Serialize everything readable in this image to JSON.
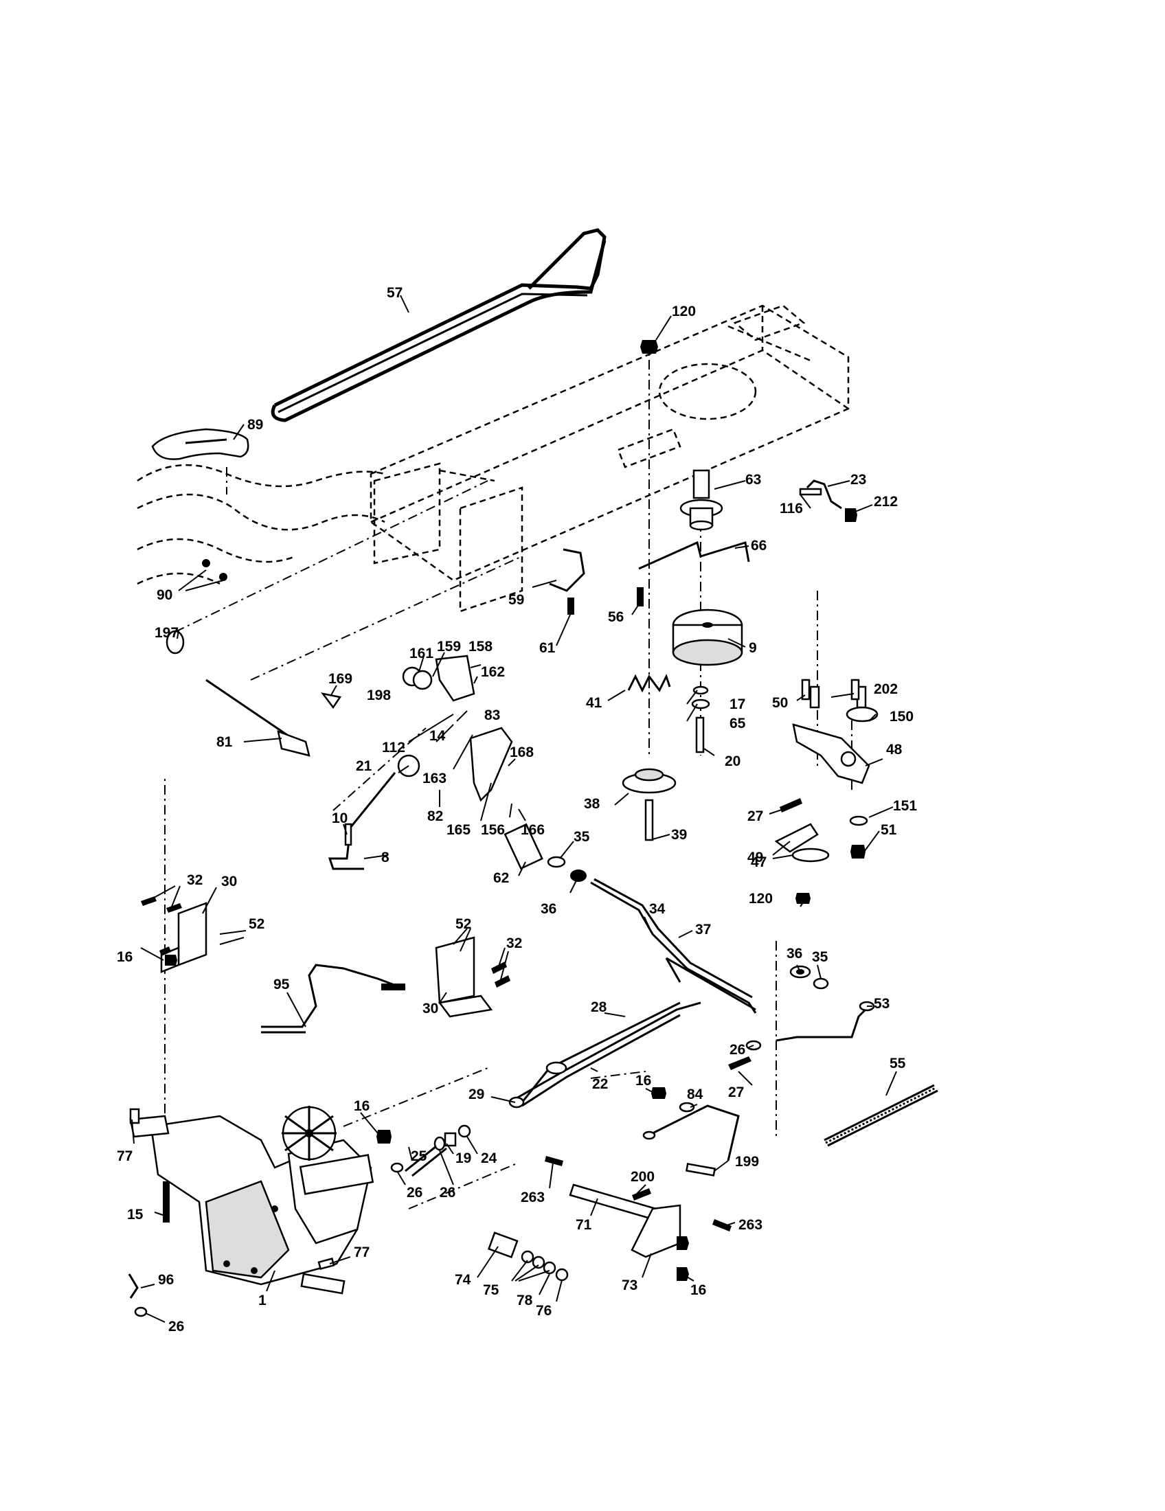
{
  "labels": {
    "l57": "57",
    "l120a": "120",
    "l89": "89",
    "l63": "63",
    "l23": "23",
    "l116": "116",
    "l212": "212",
    "l66": "66",
    "l90": "90",
    "l59": "59",
    "l56": "56",
    "l61": "61",
    "l9": "9",
    "l197": "197",
    "l169": "169",
    "l161": "161",
    "l159": "159",
    "l158": "158",
    "l198": "198",
    "l162": "162",
    "l41": "41",
    "l17": "17",
    "l50": "50",
    "l202": "202",
    "l65": "65",
    "l150": "150",
    "l81": "81",
    "l112": "112",
    "l14": "14",
    "l83": "83",
    "l20": "20",
    "l48": "48",
    "l21": "21",
    "l163": "163",
    "l168": "168",
    "l38": "38",
    "l27a": "27",
    "l151": "151",
    "l10": "10",
    "l82": "82",
    "l165": "165",
    "l156": "156",
    "l166": "166",
    "l39": "39",
    "l51": "51",
    "l35a": "35",
    "l49": "49",
    "l8": "8",
    "l47": "47",
    "l62": "62",
    "l32a": "32",
    "l30a": "30",
    "l36a": "36",
    "l34": "34",
    "l120b": "120",
    "l52a": "52",
    "l52b": "52",
    "l37": "37",
    "l16a": "16",
    "l32b": "32",
    "l36b": "36",
    "l35b": "35",
    "l95": "95",
    "l30b": "30",
    "l28": "28",
    "l53": "53",
    "l26a": "26",
    "l55": "55",
    "l16b": "16",
    "l84": "84",
    "l29": "29",
    "l22": "22",
    "l27b": "27",
    "l16c": "16",
    "l77a": "77",
    "l25": "25",
    "l19": "19",
    "l24": "24",
    "l199": "199",
    "l26b": "26",
    "l26c": "26",
    "l200": "200",
    "l263a": "263",
    "l15": "15",
    "l71": "71",
    "l263b": "263",
    "l77b": "77",
    "l74": "74",
    "l96": "96",
    "l75": "75",
    "l78": "78",
    "l73": "73",
    "l16d": "16",
    "l1": "1",
    "l76": "76",
    "l26d": "26"
  }
}
